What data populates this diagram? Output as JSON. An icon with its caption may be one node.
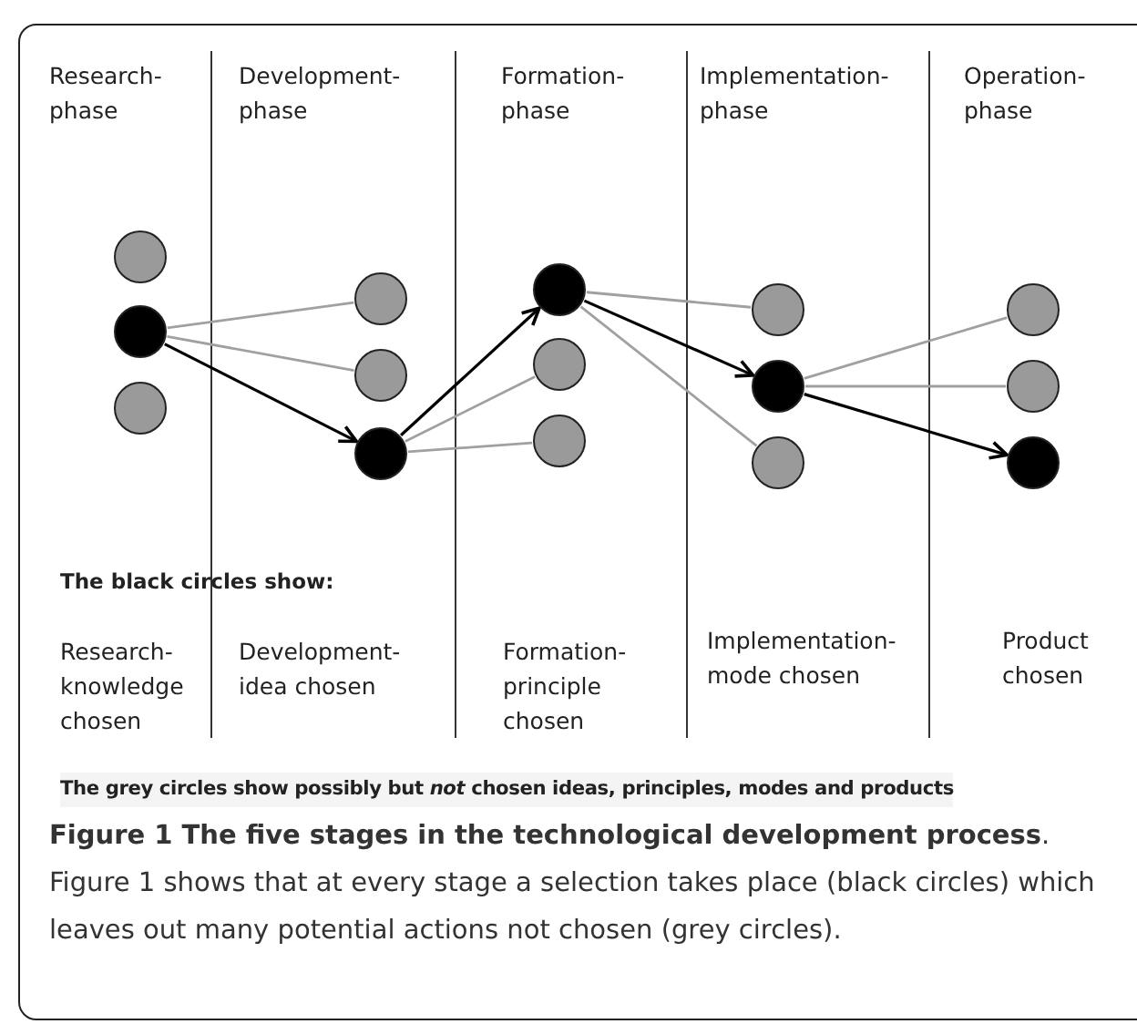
{
  "diagram": {
    "caption": "**Figure 1 The five stages in the technological development process**. Figure 1 shows that at every stage a selection takes place (black circles) which leaves out many potential actions not chosen (grey circles).",
    "nodes": [
      {
        "text": [],
        "shape": "circle"
      },
      {
        "text": [],
        "shape": "circle"
      },
      {
        "text": [],
        "shape": "circle"
      },
      {
        "text": [],
        "shape": "circle"
      },
      {
        "text": [],
        "shape": "circle"
      },
      {
        "text": [],
        "shape": "circle"
      },
      {
        "text": [],
        "shape": "circle"
      },
      {
        "text": [],
        "shape": "circle"
      },
      {
        "text": [],
        "shape": "circle"
      },
      {
        "text": [],
        "shape": "circle"
      },
      {
        "text": [],
        "shape": "circle"
      },
      {
        "text": [],
        "shape": "circle"
      },
      {
        "text": [],
        "shape": "circle"
      },
      {
        "text": [],
        "shape": "circle"
      },
      {
        "text": [],
        "shape": "circle"
      }
    ],
    "edges": [
      {
        "from": 1,
        "to": 3,
        "arrow": "none"
      },
      {
        "from": 1,
        "to": 4,
        "arrow": "none"
      },
      {
        "from": 1,
        "to": 5,
        "arrow": "to",
        "color": "#000000"
      },
      {
        "from": 5,
        "to": 6,
        "arrow": "to",
        "color": "#000000"
      },
      {
        "from": 5,
        "to": 7,
        "arrow": "none"
      },
      {
        "from": 5,
        "to": 8,
        "arrow": "none"
      },
      {
        "from": 6,
        "to": 9,
        "arrow": "none"
      },
      {
        "from": 6,
        "to": 10,
        "arrow": "to",
        "color": "#000000"
      },
      {
        "from": 6,
        "to": 11,
        "arrow": "none"
      },
      {
        "from": 10,
        "to": 12,
        "arrow": "none"
      },
      {
        "from": 10,
        "to": 13,
        "arrow": "none"
      },
      {
        "from": 10,
        "to": 14,
        "arrow": "to",
        "color": "#000000"
      }
    ],
    "labels": [
      "Research- phase",
      "Development- phase",
      "Formation- phase",
      "Implementation- phase",
      "Operation- phase",
      "The black circles show:",
      "Research- knowledge chosen",
      "Development- idea chosen",
      "Formation- principle chosen",
      "Implementation- mode chosen",
      "Product chosen",
      "The grey circles show possibly but *not* chosen ideas, principles, modes and products"
    ]
  }
}
